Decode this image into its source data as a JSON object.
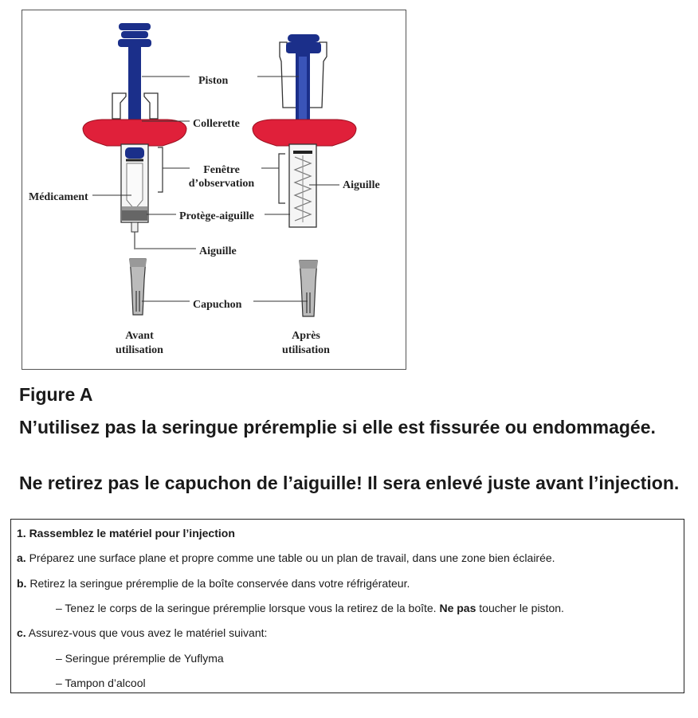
{
  "figure": {
    "labels": {
      "piston": "Piston",
      "collerette": "Collerette",
      "fenetre_1": "Fenêtre",
      "fenetre_2": "d’observation",
      "medicament": "Médicament",
      "protege": "Protège-aiguille",
      "aiguille_center": "Aiguille",
      "aiguille_right": "Aiguille",
      "capuchon": "Capuchon",
      "avant_1": "Avant",
      "avant_2": "utilisation",
      "apres_1": "Après",
      "apres_2": "utilisation"
    },
    "colors": {
      "plunger_blue": "#1b2f8a",
      "flange_red": "#e0203a",
      "outline": "#333333"
    }
  },
  "caption": "Figure A",
  "warnings": [
    "N’utilisez pas la seringue préremplie si elle est fissurée ou endommagée.",
    "Ne retirez pas le capuchon de l’aiguille! Il sera enlevé juste avant l’injection."
  ],
  "instructions": {
    "heading": "1. Rassemblez le matériel pour l’injection",
    "a_prefix": "a.",
    "a_text": " Préparez une surface plane et propre comme une table ou un plan de travail, dans une zone bien éclairée.",
    "b_prefix": "b.",
    "b_text": " Retirez la seringue préremplie de la boîte conservée dans votre réfrigérateur.",
    "b_sub_pre": "– Tenez le corps de la seringue préremplie lorsque vous la retirez de la boîte. ",
    "b_sub_bold": "Ne pas",
    "b_sub_post": " toucher le piston.",
    "c_prefix": "c.",
    "c_text": " Assurez-vous que vous avez le matériel suivant:",
    "c_items": [
      "– Seringue préremplie de Yuflyma",
      "– Tampon d’alcool"
    ]
  }
}
